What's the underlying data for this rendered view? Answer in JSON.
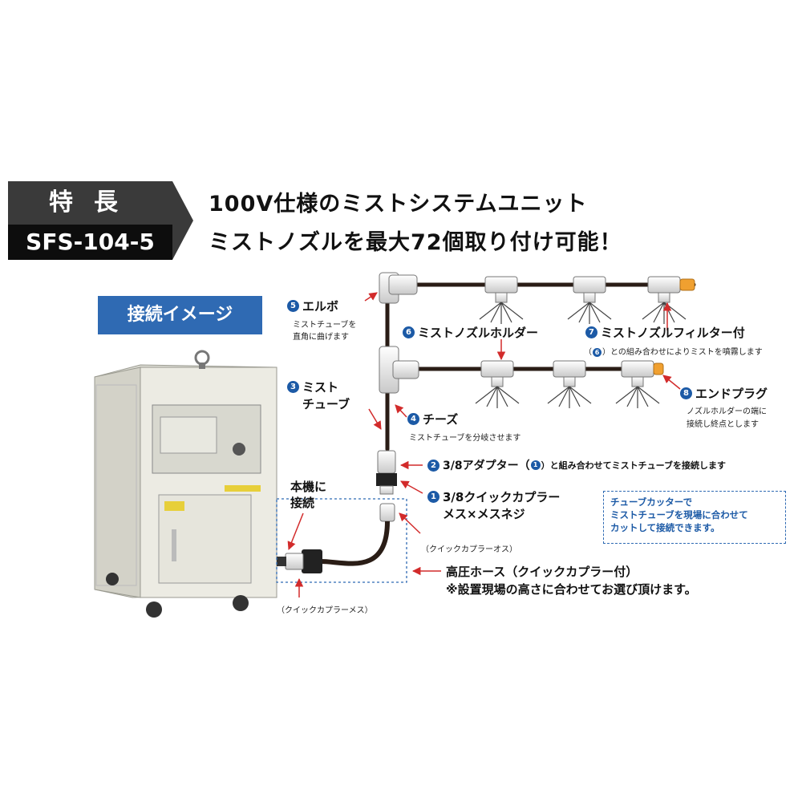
{
  "header": {
    "title": "特長",
    "model": "SFS-104-5",
    "headline1": "100V仕様のミストシステムユニット",
    "headline2": "ミストノズルを最大72個取り付け可能！"
  },
  "image_badge": "接続イメージ",
  "connect_label": {
    "line1": "本機に",
    "line2": "接続"
  },
  "parts": {
    "p1": {
      "num": "1",
      "label1": "3/8クイックカプラー",
      "label2": "メス×メスネジ"
    },
    "p2": {
      "num": "2",
      "label": "3/8アダプター（",
      "label_num": "1",
      "label_tail": "）と組み合わせてミストチューブを接続します"
    },
    "p3": {
      "num": "3",
      "label1": "ミスト",
      "label2": "チューブ"
    },
    "p4": {
      "num": "4",
      "label": "チーズ",
      "desc": "ミストチューブを分岐させます"
    },
    "p5": {
      "num": "5",
      "label": "エルボ",
      "desc1": "ミストチューブを",
      "desc2": "直角に曲げます"
    },
    "p6": {
      "num": "6",
      "label": "ミストノズルホルダー"
    },
    "p7": {
      "num": "7",
      "label": "ミストノズルフィルター付",
      "desc_open": "（",
      "desc_num": "6",
      "desc": "）との組み合わせによりミストを噴霧します"
    },
    "p8": {
      "num": "8",
      "label": "エンドプラグ",
      "desc1": "ノズルホルダーの端に",
      "desc2": "接続し終点とします"
    }
  },
  "coupler_male": "（クイックカプラーオス）",
  "coupler_female": "（クイックカプラーメス）",
  "hose": {
    "label": "高圧ホース（クイックカプラー付）",
    "note": "※設置現場の高さに合わせてお選び頂けます。"
  },
  "note_box": {
    "line1": "チューブカッターで",
    "line2": "ミストチューブを現場に合わせて",
    "line3": "カットして接続できます。"
  },
  "colors": {
    "header_dark": "#3a3a3a",
    "header_black": "#0d0d0d",
    "accent_blue": "#2f6ab3",
    "number_blue": "#1c5aa6",
    "arrow_red": "#d22b2b",
    "tube": "#2a1d16",
    "end_plug": "#f0a030"
  }
}
